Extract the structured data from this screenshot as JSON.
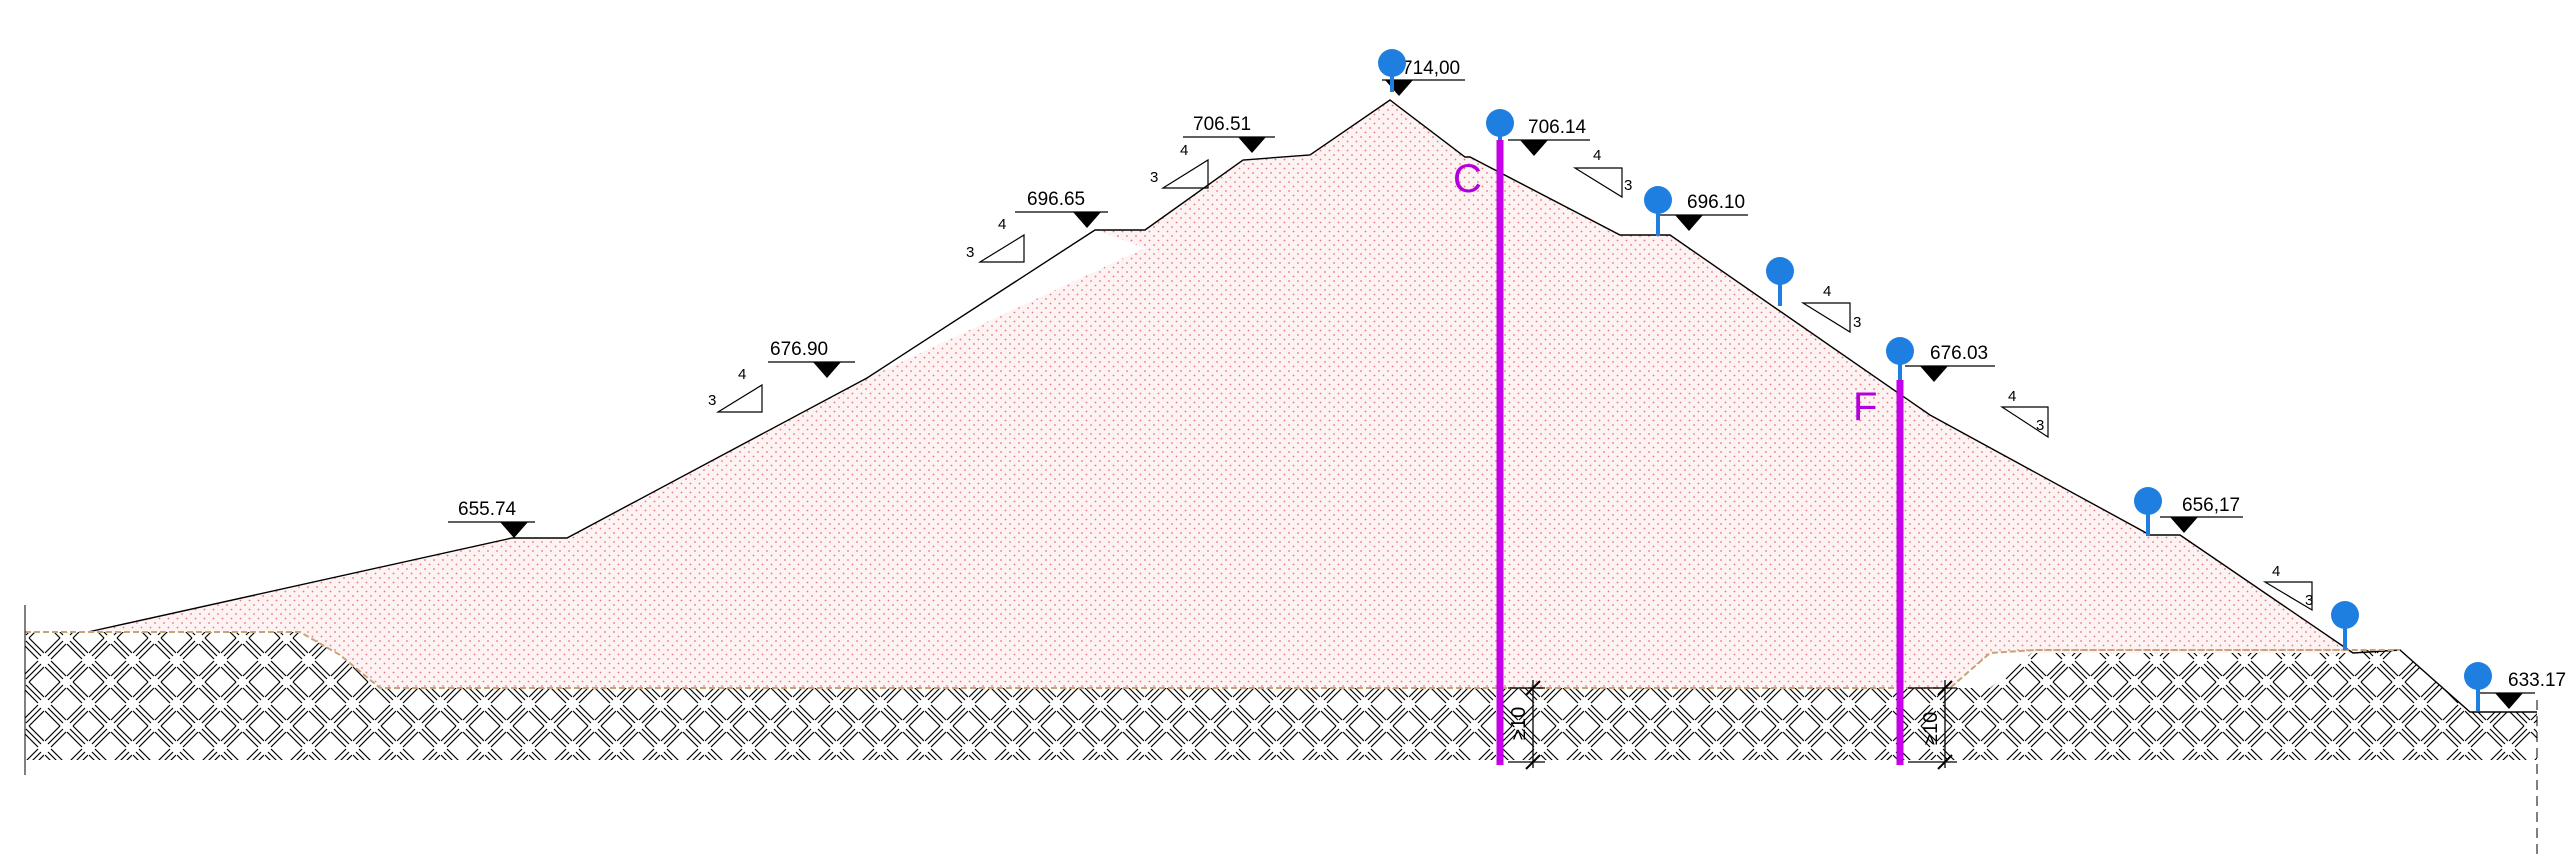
{
  "colors": {
    "line": "#000000",
    "fill_dots": "#e8777f",
    "fill_bg": "#fdf3f3",
    "core_line": "#c7a37a",
    "piezometer": "#1f7fe0",
    "borehole": "#c400e8",
    "label_color": "#b000dd",
    "hatch": "#000000"
  },
  "elevations": {
    "left_655": "655.74",
    "left_676": "676.90",
    "left_696": "696.65",
    "left_706": "706.51",
    "crest": "714,00",
    "right_706": "706.14",
    "right_696": "696.10",
    "right_676": "676.03",
    "right_656": "656,17",
    "toe_633": "633.17"
  },
  "slope_ratio": {
    "v": "3",
    "h": "4"
  },
  "boreholes": {
    "c_label": "C",
    "f_label": "F"
  },
  "dimensions": {
    "c_depth": "≥10",
    "f_depth": "≥10"
  },
  "icons": {
    "piezometer": "piezometer-icon",
    "level": "level-marker-icon",
    "slope": "slope-triangle-icon"
  }
}
